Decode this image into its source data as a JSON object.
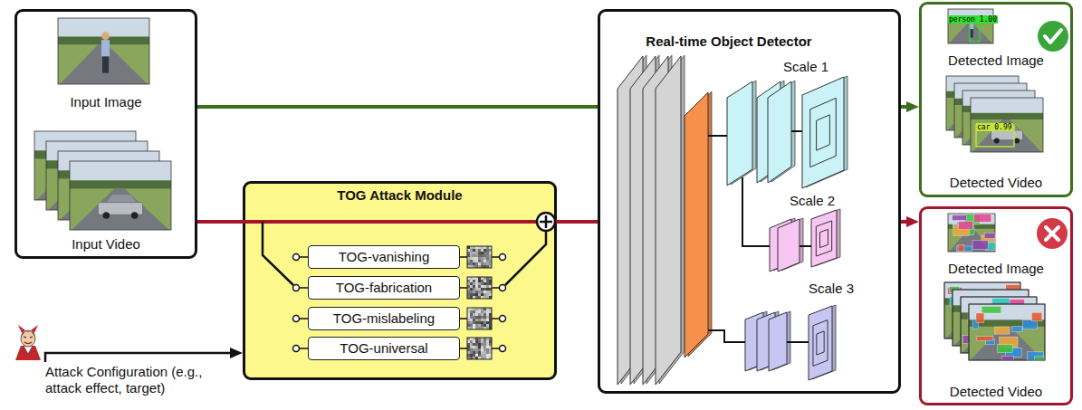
{
  "diagram": {
    "nodes": [
      {
        "text": [
          "Input Image",
          "Input Video"
        ]
      },
      {
        "text": [
          "Attack Configuration (e.g., attack effect, target)"
        ]
      },
      {
        "text": [
          "TOG Attack Module"
        ]
      },
      {
        "text": [
          "TOG-vanishing"
        ],
        "in": 2
      },
      {
        "text": [
          "TOG-fabrication"
        ],
        "in": 2
      },
      {
        "text": [
          "TOG-mislabeling"
        ],
        "in": 2
      },
      {
        "text": [
          "TOG-universal"
        ],
        "in": 2
      },
      {
        "text": [
          "Real-time Object Detector",
          "Scale 1",
          "Scale 2",
          "Scale 3"
        ]
      },
      {
        "text": [
          "Detected Image",
          "Detected Video"
        ]
      },
      {
        "text": [
          "Detected Image",
          "Detected Video"
        ]
      }
    ],
    "edges": [
      {
        "from": 0,
        "to": 7,
        "arrow": "none"
      },
      {
        "from": 0,
        "to": 2,
        "arrow": "none"
      },
      {
        "from": 2,
        "to": 7,
        "arrow": "none"
      },
      {
        "from": 7,
        "to": 8,
        "arrow": "to"
      },
      {
        "from": 7,
        "to": 9,
        "arrow": "to"
      },
      {
        "from": 1,
        "to": 2,
        "arrow": "to"
      }
    ],
    "labels": [
      "person 1.00",
      "car 0.99"
    ]
  }
}
